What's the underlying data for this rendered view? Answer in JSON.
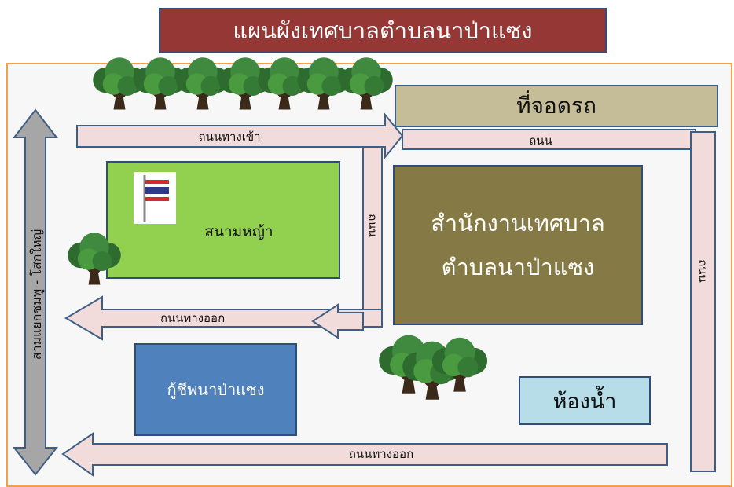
{
  "title": "แผนผังเทศบาลตำบลนาป่าแซง",
  "parking": "ที่จอดรถ",
  "lawn": "สนามหญ้า",
  "office": {
    "line1": "สำนักงานเทศบาล",
    "line2": "ตำบลนาป่าแซง"
  },
  "bank": "กู้ชีพนาป่าแซง",
  "toilet": "ห้องน้ำ",
  "roads": {
    "entrance": "ถนนทางเข้า",
    "road_top": "ถนน",
    "road_mid_vertical": "ถนน",
    "road_right_vertical": "ถนน",
    "exit_middle": "ถนนทางออก",
    "exit_bottom": "ถนนทางออก",
    "main_road": "สามแยกชมพู - โสกใหญ่"
  },
  "colors": {
    "title_bg": "#953735",
    "road_fill": "#f2dcdb",
    "road_stroke": "#3e5f85",
    "main_road_fill": "#a6a6a6",
    "lawn": "#92d050",
    "office": "#857a45",
    "bank": "#4f81bd",
    "toilet": "#b7dde8",
    "parking": "#c4bd97"
  },
  "icons": [
    "tree-icon",
    "thai-flag-icon"
  ]
}
